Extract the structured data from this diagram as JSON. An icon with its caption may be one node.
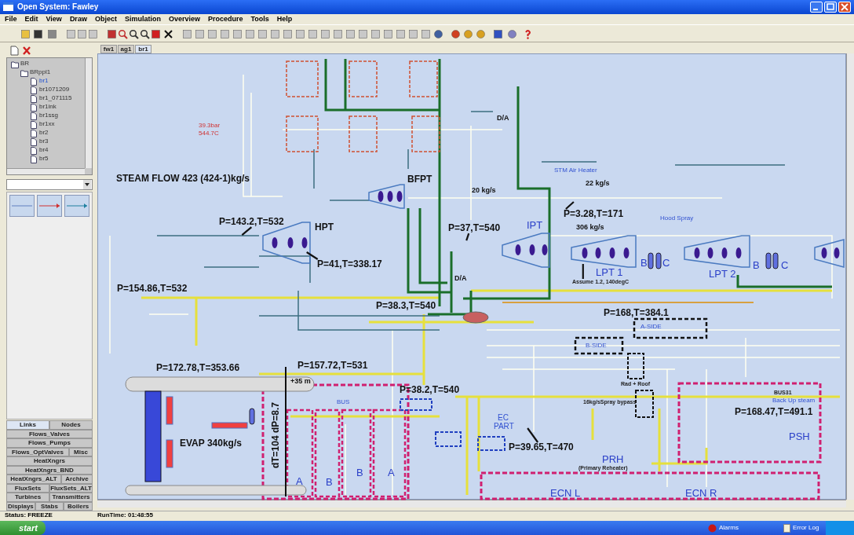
{
  "diagram": {
    "nodes": [
      {
        "text": [
          "P=143.2,T=532"
        ]
      },
      {
        "text": [
          "P=41,T=338.17"
        ]
      },
      {
        "text": [
          "P=3.28,T=171"
        ]
      },
      {
        "text": [
          "P=37,T=540"
        ]
      },
      {
        "text": [
          "Assume 1.2, 140degC"
        ]
      },
      {
        "text": [
          "P=39.65,T=470"
        ]
      }
    ],
    "edges": [
      {
        "from": 0,
        "to": null,
        "arrow": "none"
      },
      {
        "from": 1,
        "to": null,
        "arrow": "none"
      },
      {
        "from": 2,
        "to": null,
        "arrow": "none"
      },
      {
        "from": 3,
        "to": null,
        "arrow": "none"
      },
      {
        "from": 4,
        "to": null,
        "arrow": "none"
      },
      {
        "from": 5,
        "to": null,
        "arrow": "none"
      }
    ],
    "labels": [
      "Open System: Fawley",
      "File",
      "Edit",
      "View",
      "Draw",
      "Object",
      "Simulation",
      "Overview",
      "Procedure",
      "Tools",
      "Help",
      "fw1",
      "ag1",
      "br1",
      "BR",
      "BRppl1",
      "br1",
      "br1071209",
      "br1_071115",
      "br1ink",
      "br1ssg",
      "br1xx",
      "br2",
      "br3",
      "br4",
      "br5",
      "Links",
      "Nodes",
      "Flows_Valves",
      "Flows_Pumps",
      "Flows_OptValves",
      "Misc",
      "HeatXngrs",
      "HeatXngrs_BND",
      "HeatXngrs_ALT",
      "Archive",
      "FluxSets",
      "FluxSets_ALT",
      "Turbines",
      "Transmitters",
      "Displays",
      "Stabs",
      "Boilers",
      "Status: FREEZE",
      "RunTime: 01:48:55",
      "start",
      "Alarms",
      "Error Log",
      "STEAM FLOW 423 (424-1)kg/s",
      "39.3bar",
      "544.7C",
      "BFPT",
      "HPT",
      "20 kg/s",
      "STM Air Heater",
      "22 kg/s",
      "IPT",
      "306 kg/s",
      "Hood Spray",
      "D/A",
      "LPT 1",
      "B",
      "C",
      "LPT 2",
      "B",
      "C",
      "P=154.86,T=532",
      "D/A",
      "P=38.3,T=540",
      "P=168,T=384.1",
      "A-SIDE",
      "B-SIDE",
      "P=172.78,T=353.66",
      "P=157.72,T=531",
      "+35 m",
      "dT=104 dP=8.7",
      "EVAP 340kg/s",
      "P=38.2,T=540",
      "Rad + Roof",
      "BUS",
      "16kg/sSpray bypass",
      "EC PART",
      "BUS31",
      "Back Up steam",
      "P=168.47,T=491.1",
      "PSH",
      "A",
      "B",
      "B",
      "A",
      "PRH",
      "(Primary Reheater)",
      "ECN L",
      "ECN R"
    ]
  }
}
